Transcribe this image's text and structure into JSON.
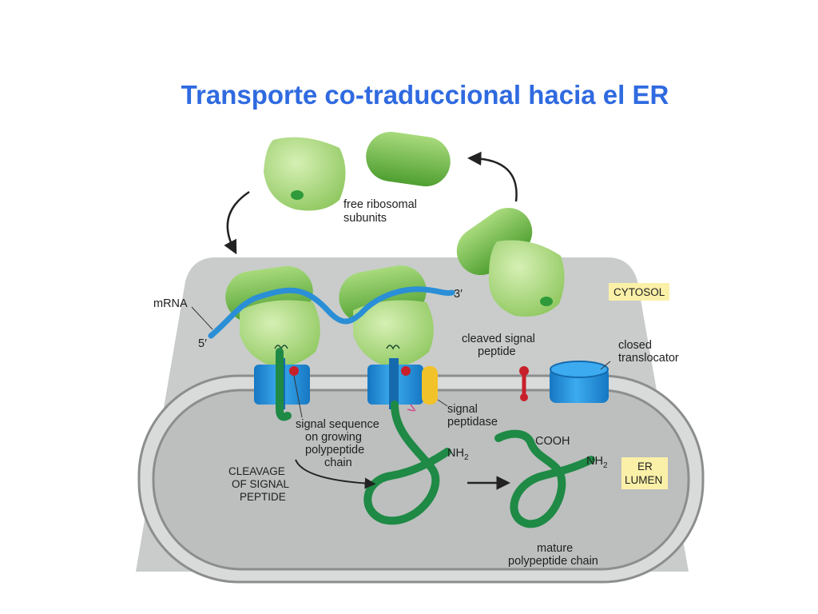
{
  "title": "Transporte co-traduccional hacia el ER",
  "labels": {
    "free_ribosomal_subunits": [
      "free ribosomal",
      "subunits"
    ],
    "mrna": "mRNA",
    "five_prime": "5′",
    "three_prime": "3′",
    "cytosol": "CYTOSOL",
    "cleaved_signal_peptide": [
      "cleaved signal",
      "peptide"
    ],
    "closed_translocator": [
      "closed",
      "translocator"
    ],
    "signal_sequence": [
      "signal sequence",
      "on growing",
      "polypeptide",
      "chain"
    ],
    "signal_peptidase": [
      "signal",
      "peptidase"
    ],
    "cleavage": [
      "CLEAVAGE",
      "OF SIGNAL",
      "PEPTIDE"
    ],
    "nh2_left": "NH",
    "nh2_right": "NH",
    "subscript_2": "2",
    "cooh": "COOH",
    "er_lumen": [
      "ER",
      "LUMEN"
    ],
    "mature": [
      "mature",
      "polypeptide chain"
    ]
  },
  "colors": {
    "title": "#2f6ae0",
    "cytosol_bg": "#c9cccb",
    "lumen_bg": "#bcbfbe",
    "ribosome_large": "#9fd072",
    "ribosome_small": "#6fbf45",
    "mrna": "#2a8fd6",
    "translocator": "#1e8fd8",
    "polypeptide": "#1e8a45",
    "signal_peptide": "#c8202a",
    "peptidase": "#f2c22a",
    "label_box": "#fbf0a8"
  }
}
